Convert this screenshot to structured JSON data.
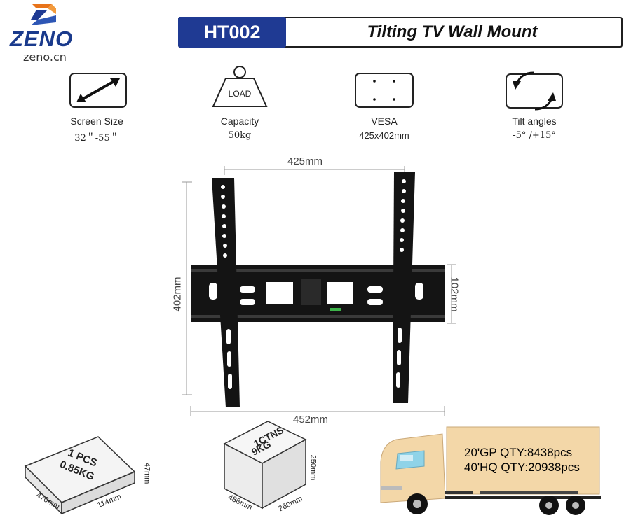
{
  "brand": {
    "name": "ZENO",
    "site": "zeno.cn"
  },
  "header": {
    "model": "HT002",
    "product_title": "Tilting TV Wall Mount"
  },
  "specs": [
    {
      "icon": "resize-arrow-icon",
      "label": "Screen Size",
      "value": "32＂-55＂"
    },
    {
      "icon": "load-weight-icon",
      "icon_text": "LOAD",
      "label": "Capacity",
      "value": "50kg"
    },
    {
      "icon": "vesa-pattern-icon",
      "label": "VESA",
      "value": "425x402mm"
    },
    {
      "icon": "tilt-rotate-icon",
      "label": "Tilt angles",
      "value": "-5° /+15°"
    }
  ],
  "dimensions": {
    "width_top": "425mm",
    "height_left": "402mm",
    "height_right": "102mm",
    "width_bottom": "452mm"
  },
  "packaging": {
    "single_box": {
      "text_line1": "1 PCS",
      "text_line2": "0.85KG",
      "length": "470mm",
      "width": "114mm",
      "height": "47mm"
    },
    "carton": {
      "text_line1": "1CTNS",
      "text_line2": "9KG",
      "length": "488mm",
      "width": "260mm",
      "height": "250mm"
    }
  },
  "shipping": {
    "gp20": "20'GP QTY:8438pcs",
    "hq40": "40'HQ QTY:20938pcs"
  },
  "colors": {
    "brand_blue": "#1f3a93",
    "logo_orange": "#e8731a",
    "truck_cargo": "#f3d7a8",
    "truck_window": "#8fd3e8",
    "mount_black": "#141414"
  }
}
